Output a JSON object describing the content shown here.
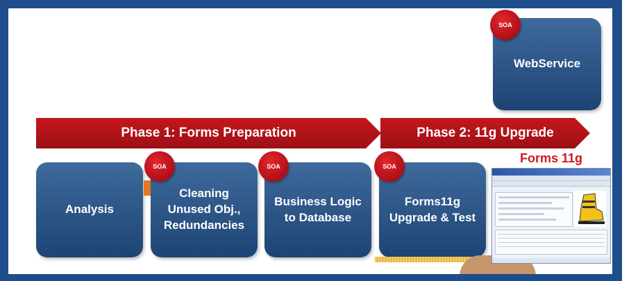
{
  "phases": [
    {
      "label": "Phase 1: Forms Preparation"
    },
    {
      "label": "Phase 2: 11g Upgrade"
    }
  ],
  "boxes": {
    "webservice": "WebService",
    "analysis": "Analysis",
    "cleaning_line1": "Cleaning",
    "cleaning_line2": "Unused Obj.,",
    "cleaning_line3": "Redundancies",
    "business_line1": "Business Logic",
    "business_line2": "to Database",
    "forms11g_line1": "Forms11g",
    "forms11g_line2": "Upgrade  & Test"
  },
  "badge_label": "SOA",
  "forms11g_title": "Forms 11g",
  "colors": {
    "frame": "#1e4d8c",
    "box": "#2b5587",
    "phase_arrow": "#b5121b",
    "badge": "#c8141c",
    "forms11g_title": "#d0171e"
  }
}
